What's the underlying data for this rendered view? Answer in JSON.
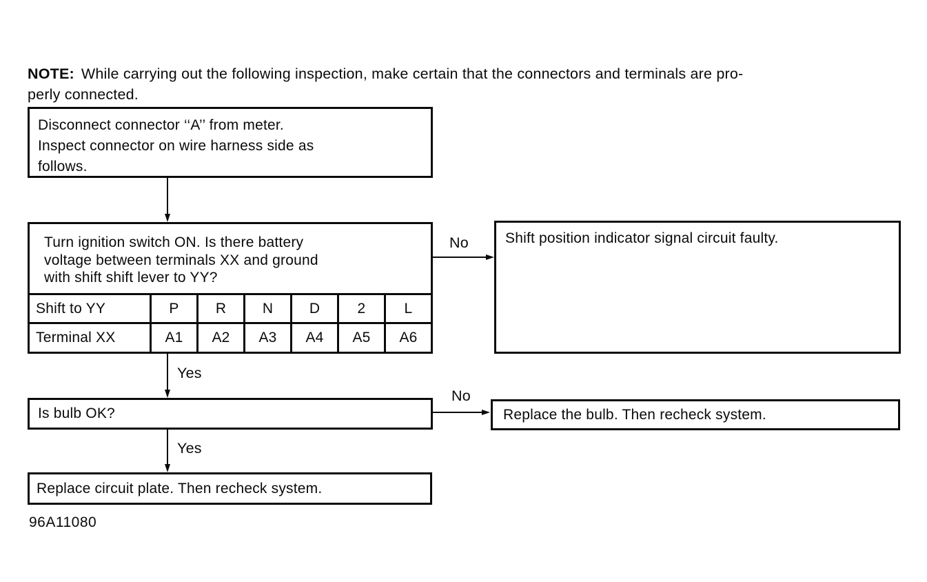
{
  "note": {
    "label": "NOTE:",
    "line1": "While carrying out the following inspection, make certain that the connectors and terminals are pro-",
    "line2": "perly connected."
  },
  "flow": {
    "step1": {
      "lines": [
        "Disconnect connector ‘‘A’’ from meter.",
        "Inspect connector on wire harness side as",
        "follows."
      ]
    },
    "step2": {
      "question_lines": [
        "Turn ignition switch ON. Is there battery",
        "voltage between terminals XX and ground",
        "with shift shift lever to YY?"
      ],
      "table": {
        "rows": [
          {
            "cells": [
              "Shift to YY",
              "P",
              "R",
              "N",
              "D",
              "2",
              "L"
            ]
          },
          {
            "cells": [
              "Terminal XX",
              "A1",
              "A2",
              "A3",
              "A4",
              "A5",
              "A6"
            ]
          }
        ]
      }
    },
    "step2_no_result": "Shift position indicator signal circuit faulty.",
    "step3": "Is bulb OK?",
    "step3_no_result": "Replace the bulb. Then recheck system.",
    "step4": "Replace circuit plate. Then recheck system.",
    "labels": {
      "no1": "No",
      "yes1": "Yes",
      "no2": "No",
      "yes2": "Yes"
    }
  },
  "figure_code": "96A11080",
  "colors": {
    "ink": "#0a0a0a",
    "background": "#ffffff"
  }
}
